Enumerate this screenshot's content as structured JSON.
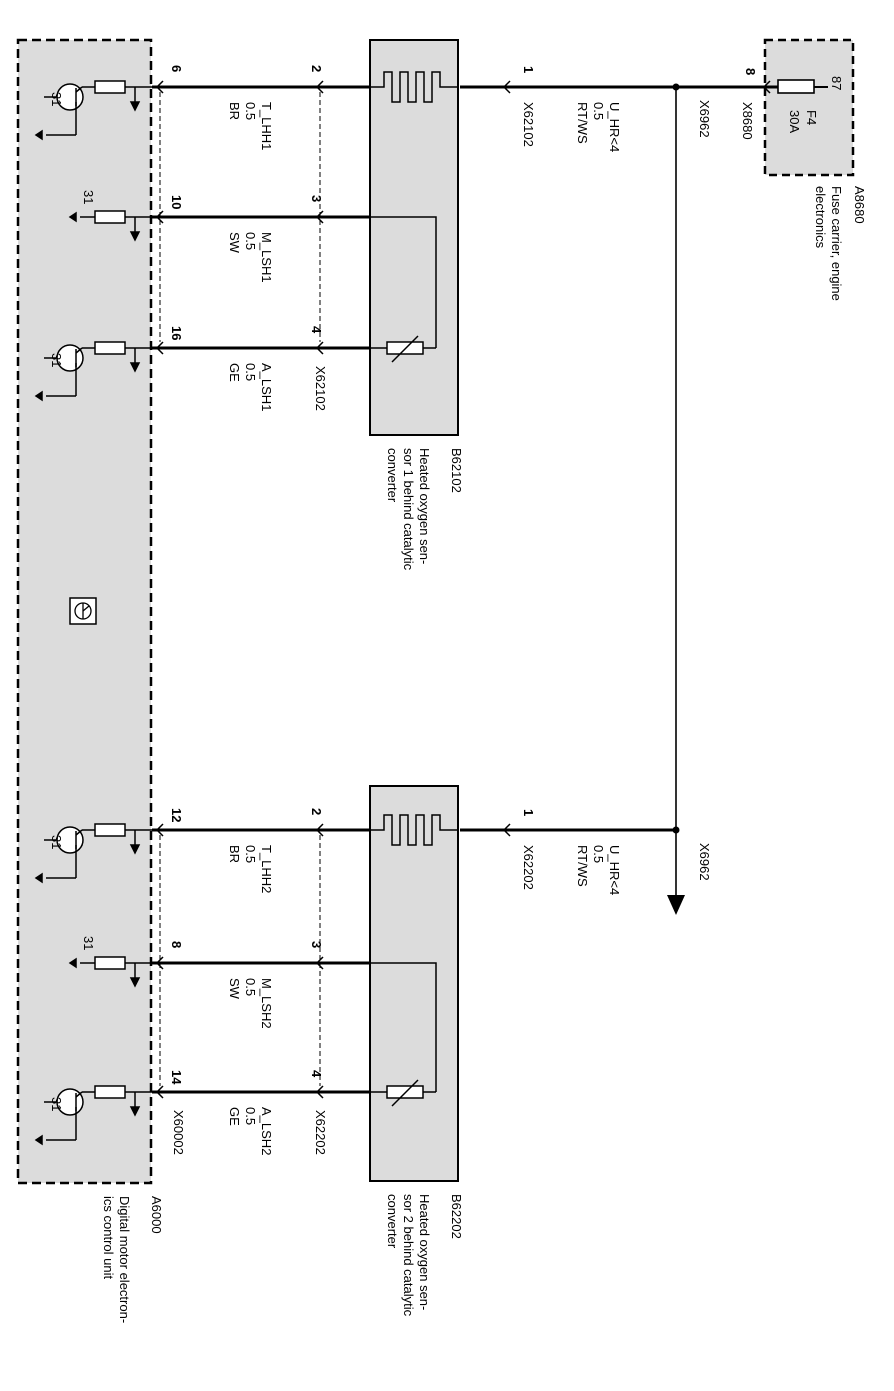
{
  "fuse_carrier": {
    "id": "A8680",
    "description": [
      "Fuse carrier, engine",
      "electronics"
    ],
    "connector": "X8680",
    "pin": "8",
    "terminal": "87",
    "fuse": "F4",
    "rating": "30A"
  },
  "splice": {
    "id_top": "X6962",
    "id_bottom": "X6962"
  },
  "sensor1": {
    "id": "B62102",
    "description": [
      "Heated oxygen sen-",
      "sor 1 behind catalytic",
      "converter"
    ],
    "connector": "X62102",
    "connector_inner": "X62102",
    "supply": {
      "pin": "1",
      "signal": "U_HR<4",
      "size": "0.5",
      "color": "RT/WS"
    }
  },
  "sensor2": {
    "id": "B62202",
    "description": [
      "Heated oxygen sen-",
      "sor 2 behind catalytic",
      "converter"
    ],
    "connector": "X62202",
    "connector_inner": "X62202",
    "supply": {
      "pin": "1",
      "signal": "U_HR<4",
      "size": "0.5",
      "color": "RT/WS"
    }
  },
  "control_unit": {
    "id": "A6000",
    "description": [
      "Digital motor electron-",
      "ics control unit"
    ],
    "connector": "X60002",
    "ground_label": "31"
  },
  "wires": [
    {
      "sensor_pin": "2",
      "ecu_pin": "6",
      "signal": "T_LHH1",
      "size": "0.5",
      "color": "BR"
    },
    {
      "sensor_pin": "3",
      "ecu_pin": "10",
      "signal": "M_LSH1",
      "size": "0.5",
      "color": "SW"
    },
    {
      "sensor_pin": "4",
      "ecu_pin": "16",
      "signal": "A_LSH1",
      "size": "0.5",
      "color": "GE"
    },
    {
      "sensor_pin": "2",
      "ecu_pin": "12",
      "signal": "T_LHH2",
      "size": "0.5",
      "color": "BR"
    },
    {
      "sensor_pin": "3",
      "ecu_pin": "8",
      "signal": "M_LSH2",
      "size": "0.5",
      "color": "SW"
    },
    {
      "sensor_pin": "4",
      "ecu_pin": "14",
      "signal": "A_LSH2",
      "size": "0.5",
      "color": "GE"
    }
  ]
}
